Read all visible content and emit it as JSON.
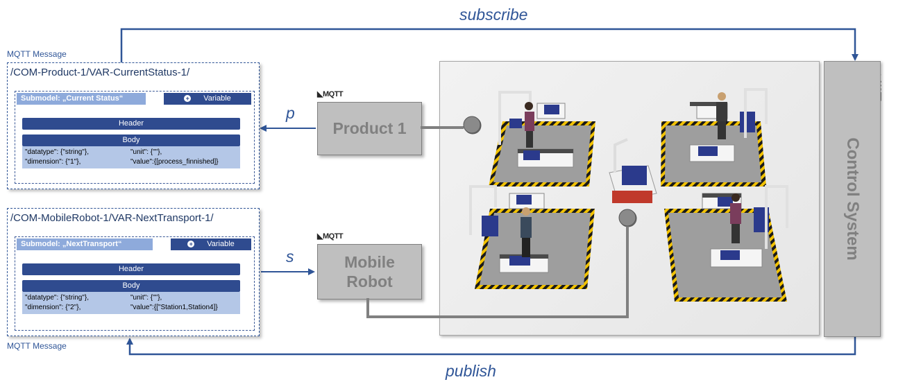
{
  "flows": {
    "subscribe": "subscribe",
    "publish": "publish",
    "p": "p",
    "s": "s"
  },
  "messages": [
    {
      "caption": "MQTT Message",
      "topic": "/COM-Product-1/VAR-CurrentStatus-1/",
      "submodel": "Submodel: „Current Status“",
      "variable": "Variable",
      "header": "Header",
      "body": "Body",
      "lines": {
        "l1a": "\"datatype\": {\"string\"},",
        "l1b": "\"unit\": {\"\"},",
        "l2a": "\"dimension\": {\"1\"},",
        "l2b": "\"value\":{[process_finnished]}"
      }
    },
    {
      "caption": "MQTT Message",
      "topic": "/COM-MobileRobot-1/VAR-NextTransport-1/",
      "submodel": "Submodel: „NextTransport“",
      "variable": "Variable",
      "header": "Header",
      "body": "Body",
      "lines": {
        "l1a": "\"datatype\": {\"string\"},",
        "l1b": "\"unit\": {\"\"},",
        "l2a": "\"dimension\": {\"2\"},",
        "l2b": "\"value\":{[\"Station1,Station4]}"
      }
    }
  ],
  "nodes": {
    "product": "Product 1",
    "robot_line1": "Mobile",
    "robot_line2": "Robot"
  },
  "control_system": "Control System",
  "mqtt_logo": "MQTT"
}
